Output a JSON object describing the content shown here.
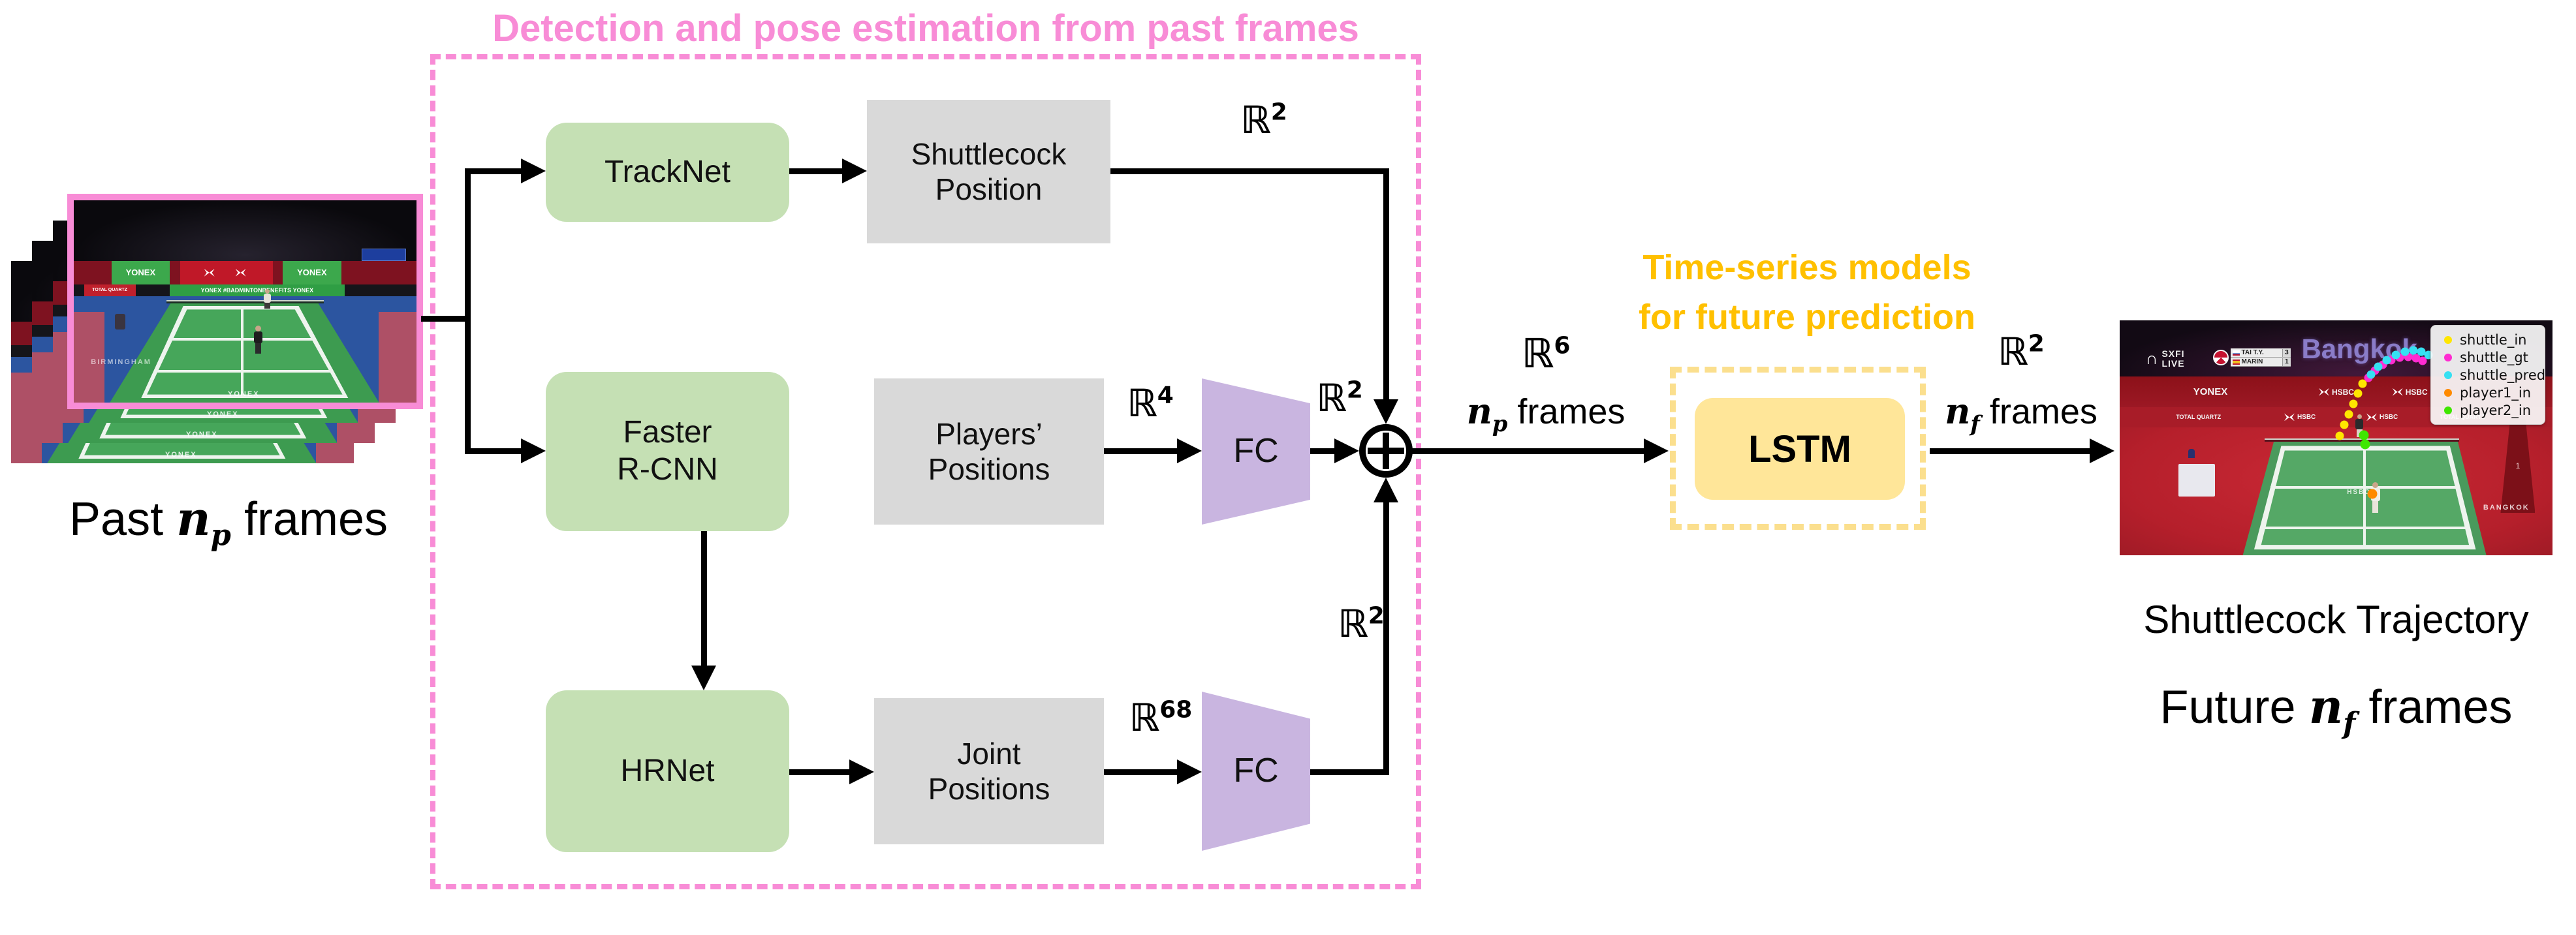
{
  "colors": {
    "pink_accent": "#F88CD6",
    "orange_accent": "#FFC000",
    "model_box_green": "#C5E0B4",
    "output_box_gray": "#D9D9D9",
    "fc_purple": "#C9B5E0",
    "lstm_fill": "#FFE699",
    "lstm_dash": "#FBDF8E"
  },
  "sections": {
    "detection": {
      "title": "Detection and pose estimation from past frames"
    },
    "timeseries": {
      "title_line1": "Time-series models",
      "title_line2": "for future prediction"
    }
  },
  "nodes": {
    "tracknet": {
      "label": "TrackNet"
    },
    "shuttlecock_position": {
      "line1": "Shuttlecock",
      "line2": "Position"
    },
    "faster_rcnn": {
      "line1": "Faster",
      "line2": "R-CNN"
    },
    "players_positions": {
      "line1": "Players’",
      "line2": "Positions"
    },
    "hrnet": {
      "label": "HRNet"
    },
    "joint_positions": {
      "line1": "Joint",
      "line2": "Positions"
    },
    "fc_top": {
      "label": "FC"
    },
    "fc_bottom": {
      "label": "FC"
    },
    "lstm": {
      "label": "LSTM"
    }
  },
  "dims": {
    "shuttle_out": {
      "set": "ℝ",
      "sup": "2"
    },
    "players_raw": {
      "set": "ℝ",
      "sup": "4"
    },
    "players_fc_out": {
      "set": "ℝ",
      "sup": "2"
    },
    "joints_raw": {
      "set": "ℝ",
      "sup": "68"
    },
    "joints_fc_out": {
      "set": "ℝ",
      "sup": "2"
    },
    "aggregate": {
      "set": "ℝ",
      "sup": "6"
    },
    "prediction": {
      "set": "ℝ",
      "sup": "2"
    }
  },
  "io_labels": {
    "past": {
      "prefix": "Past",
      "var": "n",
      "sub": "p",
      "suffix": "frames"
    },
    "np_frames": {
      "var": "n",
      "sub": "p",
      "suffix": "frames"
    },
    "nf_frames": {
      "var": "n",
      "sub": "f",
      "suffix": "frames"
    },
    "caption_line1": "Shuttlecock Trajectory",
    "caption_line2": {
      "prefix": "Future",
      "var": "n",
      "sub": "f",
      "suffix": "frames"
    }
  },
  "left_image": {
    "banner_yonex": "YONEX",
    "banner_hashtag": "#BADMINTONBENEFITS",
    "banner_total": "TOTAL QUARTZ",
    "floor_text": "BIRMINGHAM",
    "apron_text": "YONEX"
  },
  "right_image": {
    "venue_text": "Bangkok",
    "broadcast_line1": "SXFI",
    "broadcast_line2": "LIVE",
    "scoreboard": {
      "rows": [
        {
          "name": "TAI T.Y.",
          "score": "3"
        },
        {
          "name": "MARIN",
          "score": "1"
        }
      ]
    },
    "banner_yonex": "YONEX",
    "banner_hsbc": "HSBC",
    "banner_total": "TOTAL QUARTZ",
    "floor_text": "BANGKOK",
    "court_center_logo": "HSBC",
    "referee_tower_number": "1",
    "legend": [
      {
        "label": "shuttle_in",
        "color": "#FFE600"
      },
      {
        "label": "shuttle_gt",
        "color": "#FF2BD1"
      },
      {
        "label": "shuttle_pred",
        "color": "#35E0F2"
      },
      {
        "label": "player1_in",
        "color": "#FF8A00"
      },
      {
        "label": "player2_in",
        "color": "#3FE600"
      }
    ],
    "trajectory": {
      "shuttle_in": {
        "color": "#FFE600",
        "size": 13,
        "points": [
          [
            337,
            177
          ],
          [
            344,
            160
          ],
          [
            351,
            144
          ],
          [
            358,
            128
          ],
          [
            365,
            112
          ],
          [
            372,
            97
          ]
        ]
      },
      "shuttle_gt": {
        "color": "#FF2BD1",
        "size": 13,
        "points": [
          [
            381,
            88
          ],
          [
            391,
            77
          ],
          [
            403,
            68
          ],
          [
            416,
            61
          ],
          [
            429,
            57
          ],
          [
            442,
            56
          ],
          [
            454,
            58
          ],
          [
            464,
            62
          ]
        ]
      },
      "shuttle_pred": {
        "color": "#35E0F2",
        "size": 13,
        "points": [
          [
            385,
            83
          ],
          [
            396,
            71
          ],
          [
            409,
            61
          ],
          [
            423,
            53
          ],
          [
            437,
            48
          ],
          [
            450,
            46
          ],
          [
            462,
            48
          ],
          [
            473,
            53
          ]
        ]
      },
      "player1_in": {
        "color": "#FF8A00",
        "size": 15,
        "points": [
          [
            387,
            266
          ]
        ]
      },
      "player2_in": {
        "color": "#3FE600",
        "size": 15,
        "points": [
          [
            374,
            176
          ],
          [
            376,
            190
          ]
        ]
      }
    }
  }
}
